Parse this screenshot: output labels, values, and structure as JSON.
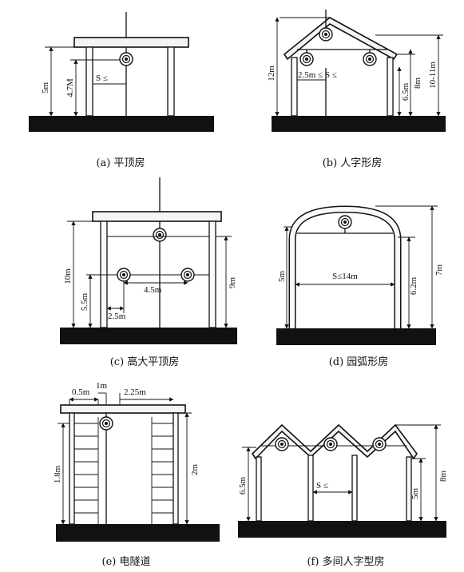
{
  "panels": {
    "a": {
      "caption": "(a) 平顶房",
      "dims": {
        "h1": "5m",
        "h2": "4.7M",
        "span": "S ≤"
      }
    },
    "b": {
      "caption": "(b) 人字形房",
      "dims": {
        "h1": "12m",
        "h2": "6.5m",
        "h3": "8m",
        "h4": "10-11m",
        "span": "2.5m ≤ S ≤"
      }
    },
    "c": {
      "caption": "(c) 高大平顶房",
      "dims": {
        "h1": "10m",
        "h2": "5.5m",
        "h3": "9m",
        "w1": "4.5m",
        "w2": "2.5m"
      }
    },
    "d": {
      "caption": "(d) 园弧形房",
      "dims": {
        "h1": "5m",
        "span": "S≤14m",
        "h2": "6.2m",
        "h3": "7m"
      }
    },
    "e": {
      "caption": "(e) 电隧道",
      "dims": {
        "w1": "0.5m",
        "w2": "1m",
        "w3": "2.25m",
        "h1": "1.8m",
        "h2": "2m"
      }
    },
    "f": {
      "caption": "(f) 多间人字型房",
      "dims": {
        "h1": "6.5m",
        "span": "S ≤",
        "h2": "5m",
        "h3": "8m"
      }
    }
  }
}
